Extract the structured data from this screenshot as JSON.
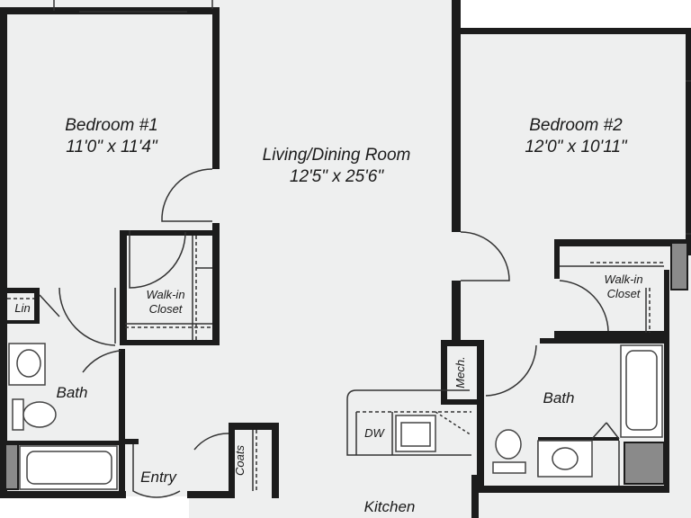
{
  "rooms": {
    "bedroom1": {
      "name": "Bedroom #1",
      "dims": "11'0\" x 11'4\""
    },
    "living": {
      "name": "Living/Dining Room",
      "dims": "12'5\" x 25'6\""
    },
    "bedroom2": {
      "name": "Bedroom #2",
      "dims": "12'0\" x 10'11\""
    },
    "walkin1": {
      "line1": "Walk-in",
      "line2": "Closet"
    },
    "walkin2": {
      "line1": "Walk-in",
      "line2": "Closet"
    },
    "lin": {
      "name": "Lin"
    },
    "bath1": {
      "name": "Bath"
    },
    "bath2": {
      "name": "Bath"
    },
    "mech": {
      "name": "Mech."
    },
    "dw": {
      "name": "DW"
    },
    "entry": {
      "name": "Entry"
    },
    "coats": {
      "name": "Coats"
    },
    "kitchen": {
      "name": "Kitchen"
    }
  },
  "colors": {
    "floor": "#eeefef",
    "wall": "#1c1c1c",
    "fixture": "#444444",
    "column": "#8a8a8a"
  }
}
